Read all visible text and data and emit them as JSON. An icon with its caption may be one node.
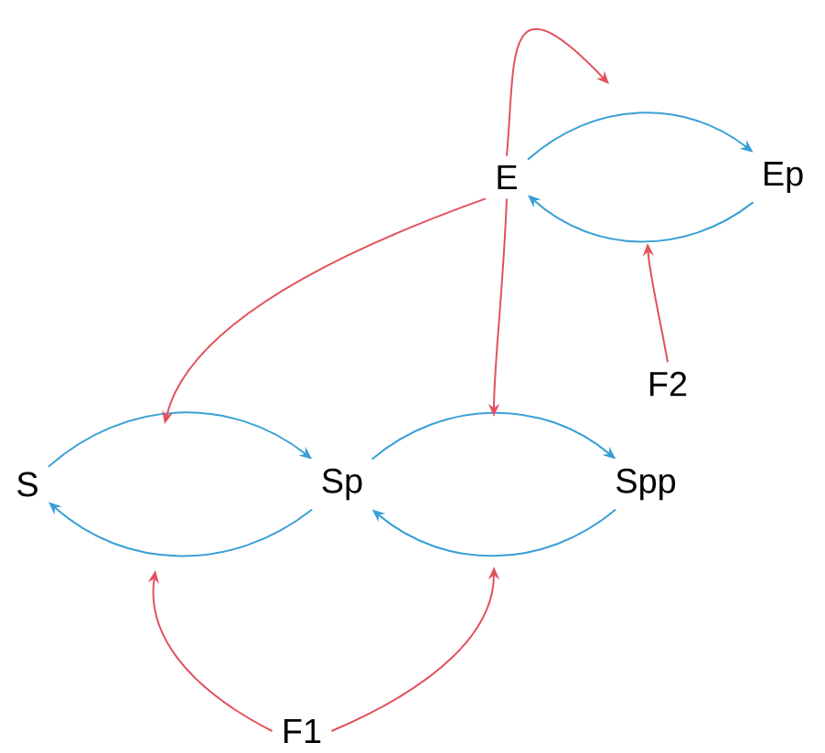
{
  "diagram": {
    "nodes": [
      {
        "text": [
          "E"
        ]
      },
      {
        "text": [
          "Ep"
        ]
      },
      {
        "text": [
          "F2"
        ]
      },
      {
        "text": [
          "S"
        ]
      },
      {
        "text": [
          "Sp"
        ]
      },
      {
        "text": [
          "Spp"
        ]
      },
      {
        "text": [
          "F1"
        ]
      }
    ],
    "edges": [
      {
        "from": 0,
        "to": 1,
        "arrow": "to"
      },
      {
        "from": 1,
        "to": 0,
        "arrow": "to"
      },
      {
        "from": 3,
        "to": 4,
        "arrow": "to"
      },
      {
        "from": 4,
        "to": 3,
        "arrow": "to"
      },
      {
        "from": 4,
        "to": 5,
        "arrow": "to"
      },
      {
        "from": 5,
        "to": 4,
        "arrow": "to"
      },
      {
        "from": 0,
        "to": null,
        "arrow": "to",
        "color": "#e2515d"
      },
      {
        "from": 0,
        "to": null,
        "arrow": "to",
        "color": "#e2515d"
      },
      {
        "from": 0,
        "to": null,
        "arrow": "to",
        "color": "#e2515d"
      },
      {
        "from": 2,
        "to": null,
        "arrow": "to",
        "color": "#e2515d"
      },
      {
        "from": 6,
        "to": null,
        "arrow": "to",
        "color": "#e2515d"
      },
      {
        "from": 6,
        "to": null,
        "arrow": "to",
        "color": "#e2515d"
      }
    ]
  }
}
